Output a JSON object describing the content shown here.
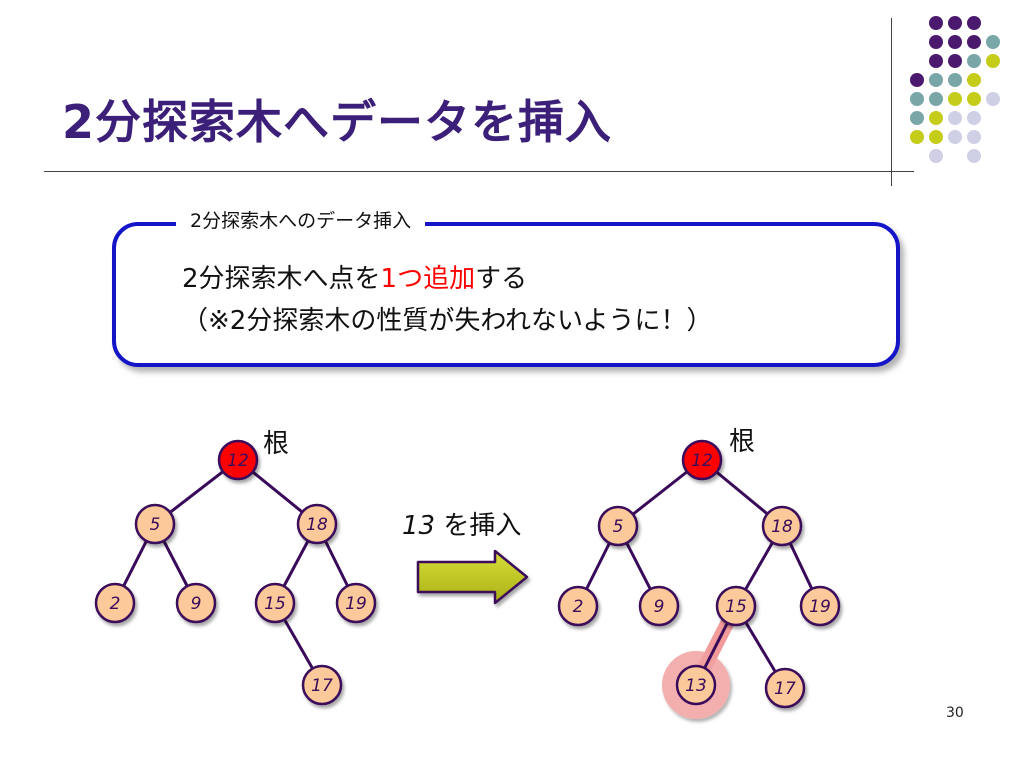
{
  "slide": {
    "title": "2分探索木へデータを挿入",
    "page_number": "30"
  },
  "callout": {
    "legend": "2分探索木へのデータ挿入",
    "line1_before": "2分探索木へ点を",
    "line1_highlight": "1つ追加",
    "line1_after": "する",
    "line2": "（※2分探索木の性質が失われないように！）"
  },
  "before_tree": {
    "root_label": "根",
    "nodes": [
      "12",
      "5",
      "18",
      "2",
      "9",
      "15",
      "19",
      "17"
    ]
  },
  "arrow": {
    "label_number": "13",
    "label_text": " を挿入"
  },
  "after_tree": {
    "root_label": "根",
    "nodes": [
      "12",
      "5",
      "18",
      "2",
      "9",
      "15",
      "19",
      "13",
      "17"
    ]
  },
  "colors": {
    "title": "#3b1f78",
    "root_node": "#ff0000",
    "node_fill": "#fbc99a",
    "node_border": "#3a0a5a",
    "edge": "#3a0a5a",
    "callout_border": "#1515c8",
    "highlight": "#ff0000",
    "arrow_fill": "#c0c81e",
    "new_edge_highlight": "#f08a8a",
    "new_node_highlight": "#f2a0a0",
    "dot_purple": "#4b1a6e",
    "dot_teal": "#79a6a6",
    "dot_yellow": "#c6cc1a",
    "dot_lavender": "#cfcfe6"
  }
}
